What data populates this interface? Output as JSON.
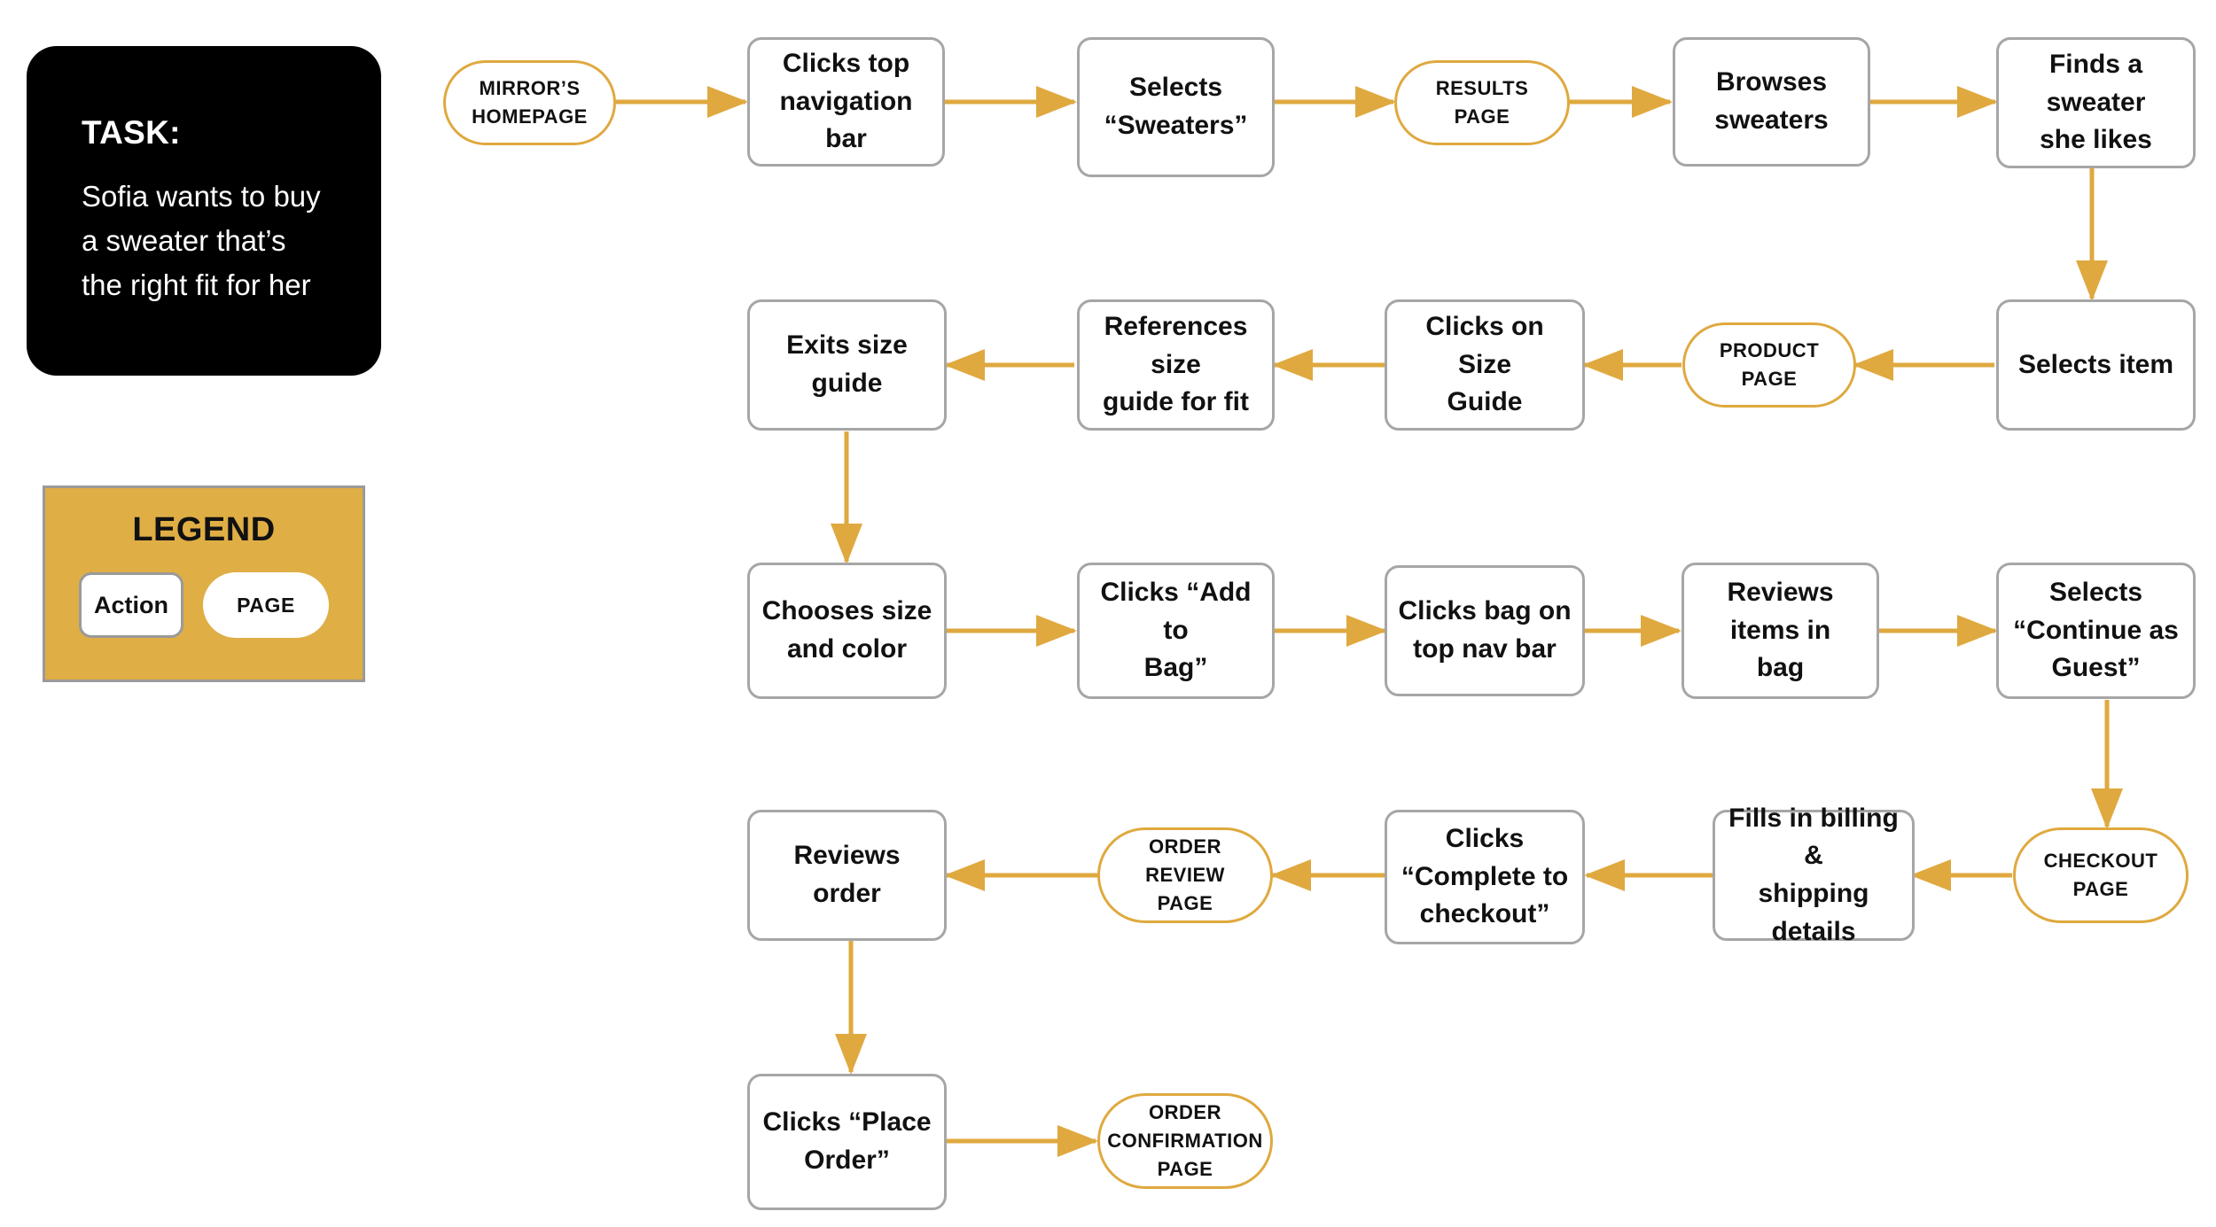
{
  "task": {
    "label": "TASK:",
    "description": "Sofia wants to buy a sweater that’s the right fit for her"
  },
  "legend": {
    "title": "LEGEND",
    "action_label": "Action",
    "page_label": "PAGE",
    "background_color": "#dfae45",
    "border_color": "#9a9a9a"
  },
  "colors": {
    "connector": "#dfa93f",
    "page_border": "#dfa93f",
    "action_border": "#a6a6a6",
    "task_background": "#000000",
    "text": "#111111",
    "canvas": "#ffffff"
  },
  "flow": {
    "rows": [
      {
        "direction": "left-to-right",
        "nodes": [
          {
            "id": "mirrors-homepage",
            "type": "page",
            "label": "MIRROR’S HOMEPAGE"
          },
          {
            "id": "clicks-top-nav",
            "type": "action",
            "label": "Clicks top navigation bar"
          },
          {
            "id": "selects-sweaters",
            "type": "action",
            "label": "Selects “Sweaters”"
          },
          {
            "id": "results-page",
            "type": "page",
            "label": "RESULTS PAGE"
          },
          {
            "id": "browses-sweaters",
            "type": "action",
            "label": "Browses sweaters"
          },
          {
            "id": "finds-sweater",
            "type": "action",
            "label": "Finds a sweater she likes"
          }
        ]
      },
      {
        "direction": "right-to-left",
        "nodes": [
          {
            "id": "selects-item",
            "type": "action",
            "label": "Selects item"
          },
          {
            "id": "product-page",
            "type": "page",
            "label": "PRODUCT PAGE"
          },
          {
            "id": "clicks-size-guide",
            "type": "action",
            "label": "Clicks on Size Guide"
          },
          {
            "id": "references-size-guide",
            "type": "action",
            "label": "References size guide for fit"
          },
          {
            "id": "exits-size-guide",
            "type": "action",
            "label": "Exits size guide"
          }
        ]
      },
      {
        "direction": "left-to-right",
        "nodes": [
          {
            "id": "chooses-size-color",
            "type": "action",
            "label": "Chooses size and color"
          },
          {
            "id": "clicks-add-to-bag",
            "type": "action",
            "label": "Clicks “Add to Bag”"
          },
          {
            "id": "clicks-bag-nav",
            "type": "action",
            "label": "Clicks bag on top nav bar"
          },
          {
            "id": "reviews-items-bag",
            "type": "action",
            "label": "Reviews items in bag"
          },
          {
            "id": "continue-as-guest",
            "type": "action",
            "label": "Selects “Continue as Guest”"
          }
        ]
      },
      {
        "direction": "right-to-left",
        "nodes": [
          {
            "id": "checkout-page",
            "type": "page",
            "label": "CHECKOUT PAGE"
          },
          {
            "id": "fills-billing",
            "type": "action",
            "label": "Fills in billing & shipping details"
          },
          {
            "id": "complete-to-checkout",
            "type": "action",
            "label": "Clicks “Complete to checkout”"
          },
          {
            "id": "order-review-page",
            "type": "page",
            "label": "ORDER REVIEW PAGE"
          },
          {
            "id": "reviews-order",
            "type": "action",
            "label": "Reviews order"
          }
        ]
      },
      {
        "direction": "left-to-right",
        "nodes": [
          {
            "id": "clicks-place-order",
            "type": "action",
            "label": "Clicks “Place Order”"
          },
          {
            "id": "order-confirmation-page",
            "type": "page",
            "label": "ORDER CONFIRMATION PAGE"
          }
        ]
      }
    ]
  },
  "node_text": {
    "mirrors_homepage_l1": "MIRROR’S",
    "mirrors_homepage_l2": "HOMEPAGE",
    "clicks_top_nav_l1": "Clicks top",
    "clicks_top_nav_l2": "navigation bar",
    "selects_sweaters_l1": "Selects",
    "selects_sweaters_l2": "“Sweaters”",
    "results_page_l1": "RESULTS",
    "results_page_l2": "PAGE",
    "browses_sweaters_l1": "Browses",
    "browses_sweaters_l2": "sweaters",
    "finds_sweater_l1": "Finds a sweater",
    "finds_sweater_l2": "she likes",
    "selects_item_l1": "Selects item",
    "product_page_l1": "PRODUCT",
    "product_page_l2": "PAGE",
    "clicks_size_guide_l1": "Clicks on Size",
    "clicks_size_guide_l2": "Guide",
    "references_size_guide_l1": "References size",
    "references_size_guide_l2": "guide for fit",
    "exits_size_guide_l1": "Exits size guide",
    "chooses_size_color_l1": "Chooses size",
    "chooses_size_color_l2": "and color",
    "clicks_add_to_bag_l1": "Clicks “Add to",
    "clicks_add_to_bag_l2": "Bag”",
    "clicks_bag_nav_l1": "Clicks bag on",
    "clicks_bag_nav_l2": "top nav bar",
    "reviews_items_bag_l1": "Reviews items in",
    "reviews_items_bag_l2": "bag",
    "continue_as_guest_l1": "Selects",
    "continue_as_guest_l2": "“Continue as",
    "continue_as_guest_l3": "Guest”",
    "checkout_page_l1": "CHECKOUT",
    "checkout_page_l2": "PAGE",
    "fills_billing_l1": "Fills in billing &",
    "fills_billing_l2": "shipping details",
    "complete_to_checkout_l1": "Clicks",
    "complete_to_checkout_l2": "“Complete to",
    "complete_to_checkout_l3": "checkout”",
    "order_review_page_l1": "ORDER",
    "order_review_page_l2": "REVIEW",
    "order_review_page_l3": "PAGE",
    "reviews_order_l1": "Reviews order",
    "clicks_place_order_l1": "Clicks “Place",
    "clicks_place_order_l2": "Order”",
    "order_confirmation_page_l1": "ORDER",
    "order_confirmation_page_l2": "CONFIRMATION",
    "order_confirmation_page_l3": "PAGE"
  }
}
